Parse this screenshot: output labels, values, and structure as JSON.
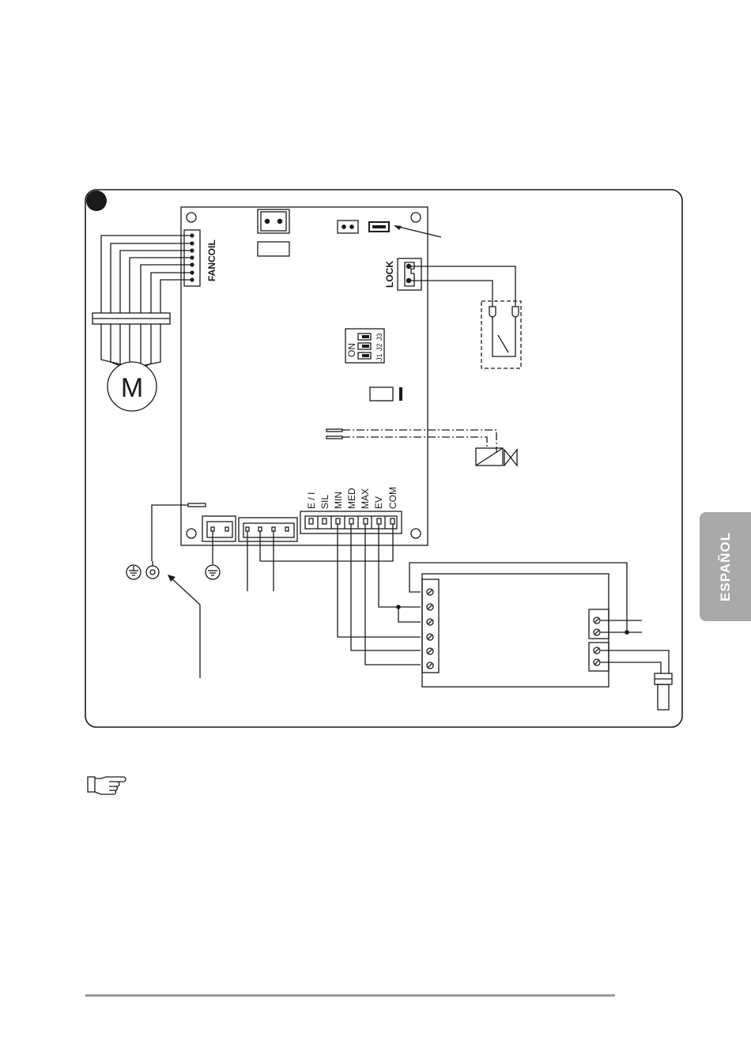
{
  "language_tab": {
    "label": "ESPAÑOL",
    "color": "#a9a9a9"
  },
  "board": {
    "fancoil_label": "FANCOIL",
    "lock_label": "LOCK",
    "motor_label": "M",
    "dip_switch": {
      "on_label": "ON",
      "jumper_labels": [
        "J1",
        "J2",
        "J3"
      ]
    },
    "terminals": [
      "E / I",
      "SIL",
      "MIN",
      "MED",
      "MAX",
      "EV",
      "COM"
    ]
  },
  "note_icon": "pointing-hand-icon",
  "colors": {
    "line": "#1a1a1a",
    "background": "#ffffff",
    "footer_rule": "#9a9a9a"
  }
}
